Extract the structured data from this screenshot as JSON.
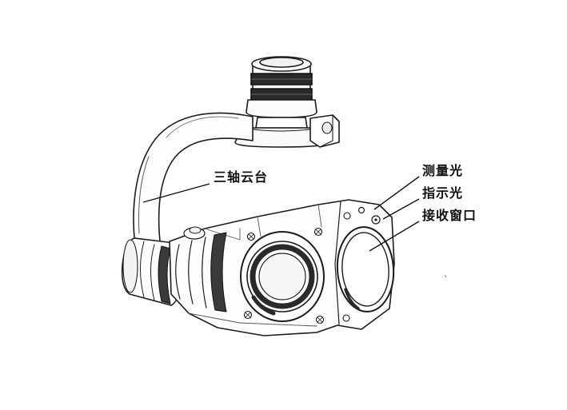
{
  "figure": {
    "type": "technical-line-drawing",
    "subject": "three-axis gimbal laser rangefinder camera",
    "labels": [
      {
        "id": "gimbal",
        "text": "三轴云台"
      },
      {
        "id": "measuring-light",
        "text": "测量光"
      },
      {
        "id": "indicator-light",
        "text": "指示光"
      },
      {
        "id": "receiving-window",
        "text": "接收窗口"
      }
    ]
  },
  "colors": {
    "line": "#1c1c1c",
    "dark_fill": "#2a2a2a",
    "background": "#ffffff"
  }
}
